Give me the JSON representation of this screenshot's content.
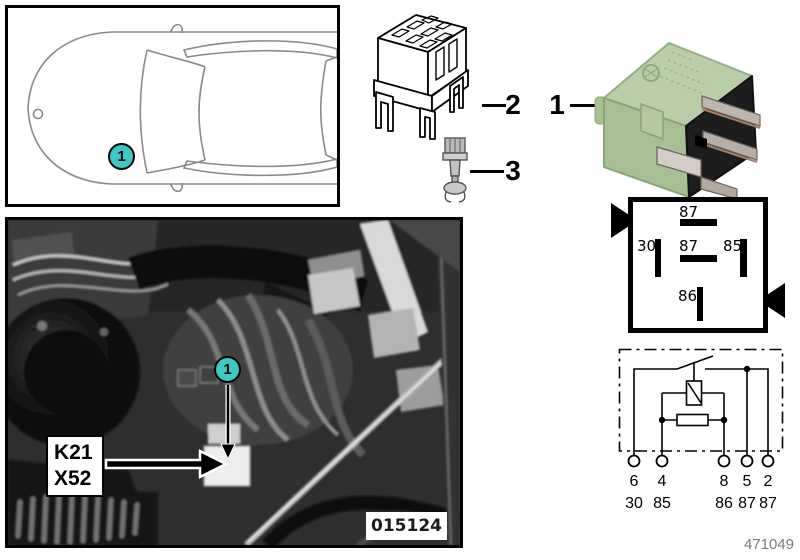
{
  "colors": {
    "callout_fill": "#3CC8C5",
    "relay_top": "#B9CEA8",
    "relay_side": "#A7BF95",
    "relay_pin_face": "#1D1D1D"
  },
  "callouts": {
    "car_marker": "1",
    "photo_marker": "1"
  },
  "items": {
    "relay_label": "1",
    "socket_label": "2",
    "bulb_socket_label": "3"
  },
  "location_label": {
    "line1": "K21",
    "line2": "X52"
  },
  "photo": {
    "image_number": "015124"
  },
  "pin_diagram": {
    "top_pin": "87",
    "left_pin": "30",
    "center_pin": "87",
    "right_pin": "85",
    "bottom_pin": "86"
  },
  "schematic": {
    "pin_numbers": [
      "6",
      "4",
      "8",
      "5",
      "2"
    ],
    "terminal_numbers": [
      "30",
      "85",
      "86",
      "87",
      "87"
    ]
  },
  "footer": {
    "doc_number": "471049"
  }
}
